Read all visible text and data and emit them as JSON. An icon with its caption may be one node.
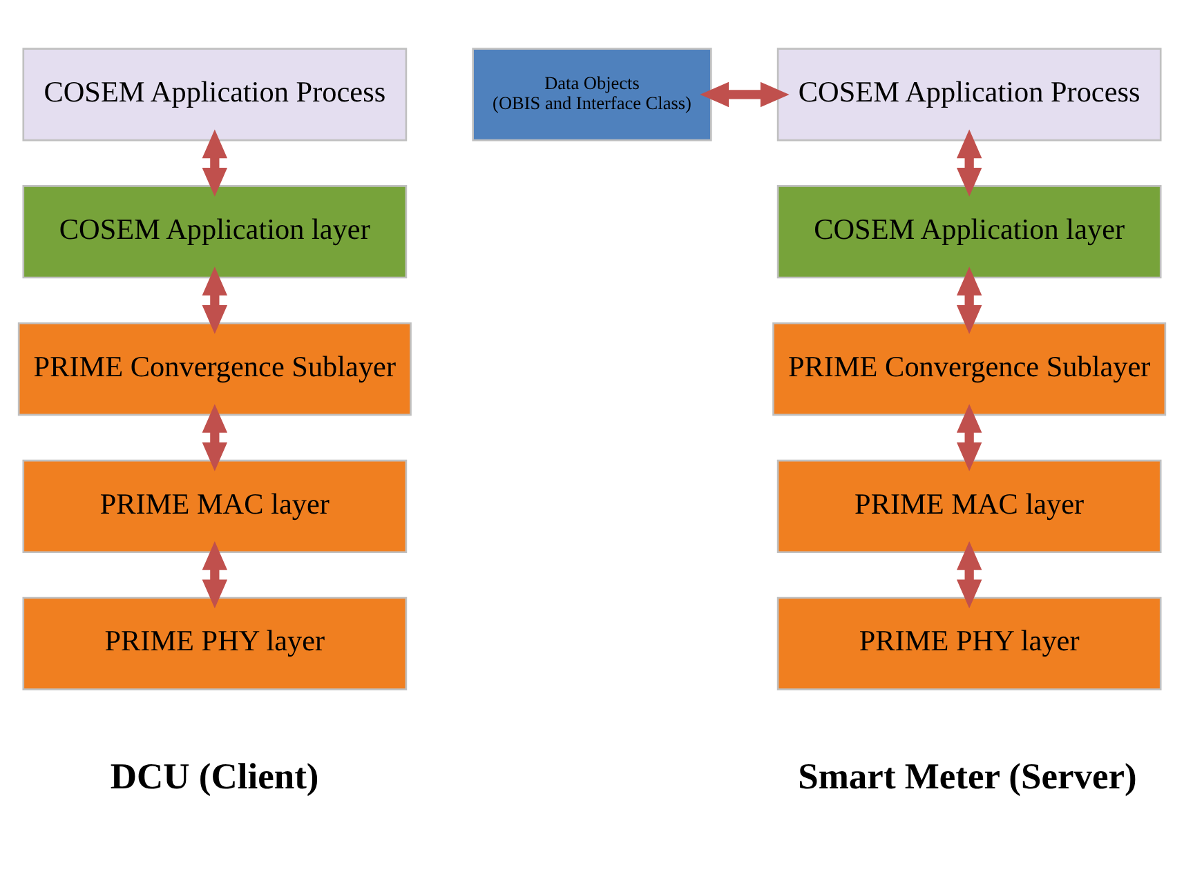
{
  "diagram": {
    "nodes": [
      {
        "text": [
          "COSEM Application Process"
        ]
      },
      {
        "text": [
          "COSEM Application layer"
        ]
      },
      {
        "text": [
          "PRIME Convergence Sublayer"
        ]
      },
      {
        "text": [
          "PRIME MAC layer"
        ]
      },
      {
        "text": [
          "PRIME PHY layer"
        ]
      },
      {
        "text": [
          "Data Objects",
          "(OBIS and Interface Class)"
        ]
      },
      {
        "text": [
          "COSEM Application Process"
        ]
      },
      {
        "text": [
          "COSEM Application layer"
        ]
      },
      {
        "text": [
          "PRIME Convergence Sublayer"
        ]
      },
      {
        "text": [
          "PRIME MAC layer"
        ]
      },
      {
        "text": [
          "PRIME PHY layer"
        ]
      }
    ],
    "edges": [
      {
        "from": 0,
        "to": 1,
        "arrow": "both"
      },
      {
        "from": 1,
        "to": 2,
        "arrow": "both"
      },
      {
        "from": 2,
        "to": 3,
        "arrow": "both"
      },
      {
        "from": 3,
        "to": 4,
        "arrow": "both"
      },
      {
        "from": 5,
        "to": 6,
        "arrow": "both"
      },
      {
        "from": 6,
        "to": 7,
        "arrow": "both"
      },
      {
        "from": 7,
        "to": 8,
        "arrow": "both"
      },
      {
        "from": 8,
        "to": 9,
        "arrow": "both"
      },
      {
        "from": 9,
        "to": 10,
        "arrow": "both"
      }
    ],
    "labels": [
      "DCU (Client)",
      "Smart Meter (Server)"
    ]
  }
}
